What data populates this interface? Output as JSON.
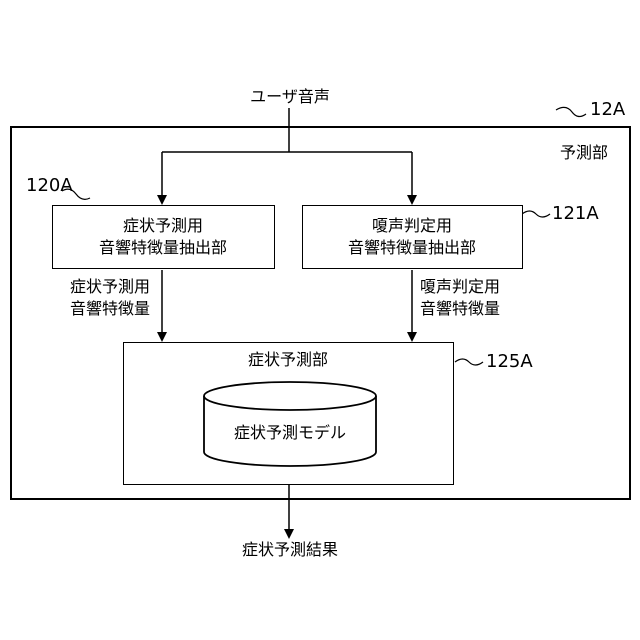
{
  "input_label": "ユーザ音声",
  "output_label": "症状予測結果",
  "device": {
    "ref": "12A",
    "label": "予測部"
  },
  "symptom_extractor": {
    "ref": "120A",
    "line1": "症状予測用",
    "line2": "音響特徴量抽出部"
  },
  "cough_extractor": {
    "ref": "121A",
    "line1": "嗄声判定用",
    "line2": "音響特徴量抽出部"
  },
  "symptom_feature": {
    "line1": "症状予測用",
    "line2": "音響特徴量"
  },
  "cough_feature": {
    "line1": "嗄声判定用",
    "line2": "音響特徴量"
  },
  "predictor": {
    "ref": "125A",
    "label": "症状予測部",
    "model": "症状予測モデル"
  }
}
